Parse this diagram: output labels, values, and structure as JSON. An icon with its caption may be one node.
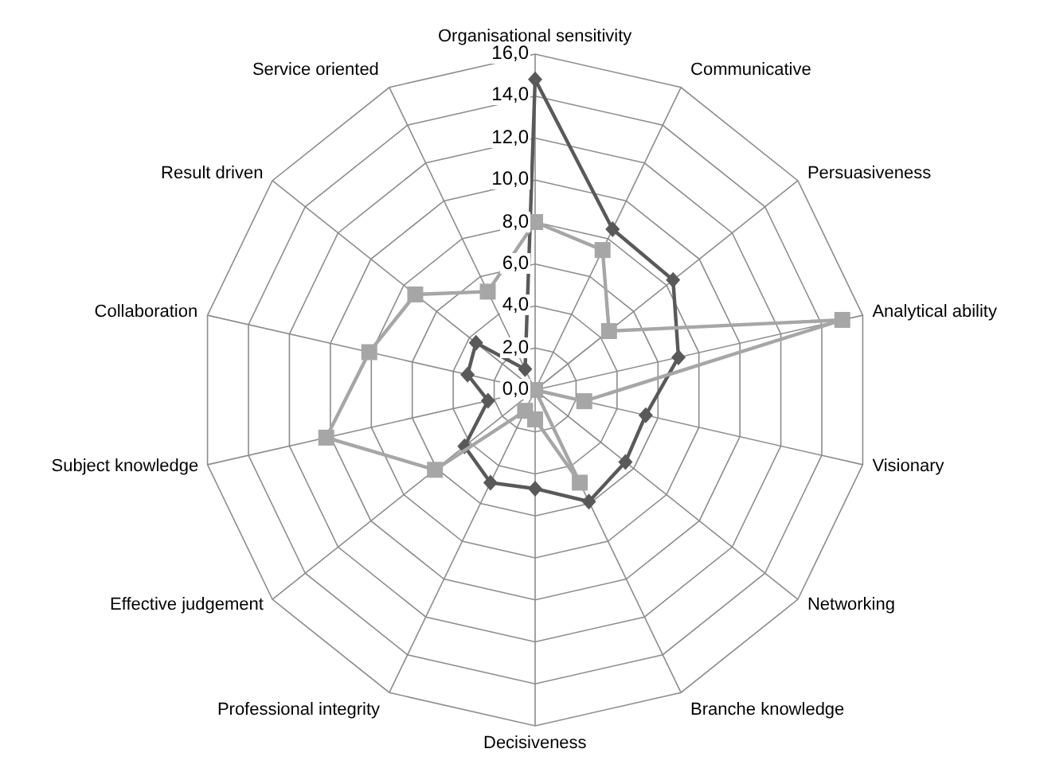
{
  "diagram": {
    "chart_data": {
      "type": "radar",
      "categories": [
        "Organisational sensitivity",
        "Communicative",
        "Persuasiveness",
        "Analytical ability",
        "Visionary",
        "Networking",
        "Branche knowledge",
        "Decisiveness",
        "Professional integrity",
        "Effective judgement",
        "Subject knowledge",
        "Collaboration",
        "Result driven",
        "Service oriented"
      ],
      "series": [
        {
          "color": "#595959",
          "values": [
            14.8,
            8.5,
            8.4,
            7.0,
            5.4,
            5.5,
            5.9,
            4.7,
            4.9,
            4.3,
            2.3,
            3.3,
            3.6,
            1.1
          ]
        },
        {
          "color": "#a6a6a6",
          "values": [
            8.0,
            7.4,
            4.5,
            15.0,
            2.4,
            0.0,
            4.9,
            1.4,
            1.1,
            6.1,
            10.2,
            8.1,
            7.3,
            5.2
          ]
        }
      ],
      "ylim": [
        0,
        16
      ],
      "yticks": [
        {
          "value": 0,
          "label": "0,0"
        },
        {
          "value": 2,
          "label": "2,0"
        },
        {
          "value": 4,
          "label": "4,0"
        },
        {
          "value": 6,
          "label": "6,0"
        },
        {
          "value": 8,
          "label": "8,0"
        },
        {
          "value": 10,
          "label": "10,0"
        },
        {
          "value": 12,
          "label": "12,0"
        },
        {
          "value": 14,
          "label": "14,0"
        },
        {
          "value": 16,
          "label": "16,0"
        }
      ]
    }
  }
}
